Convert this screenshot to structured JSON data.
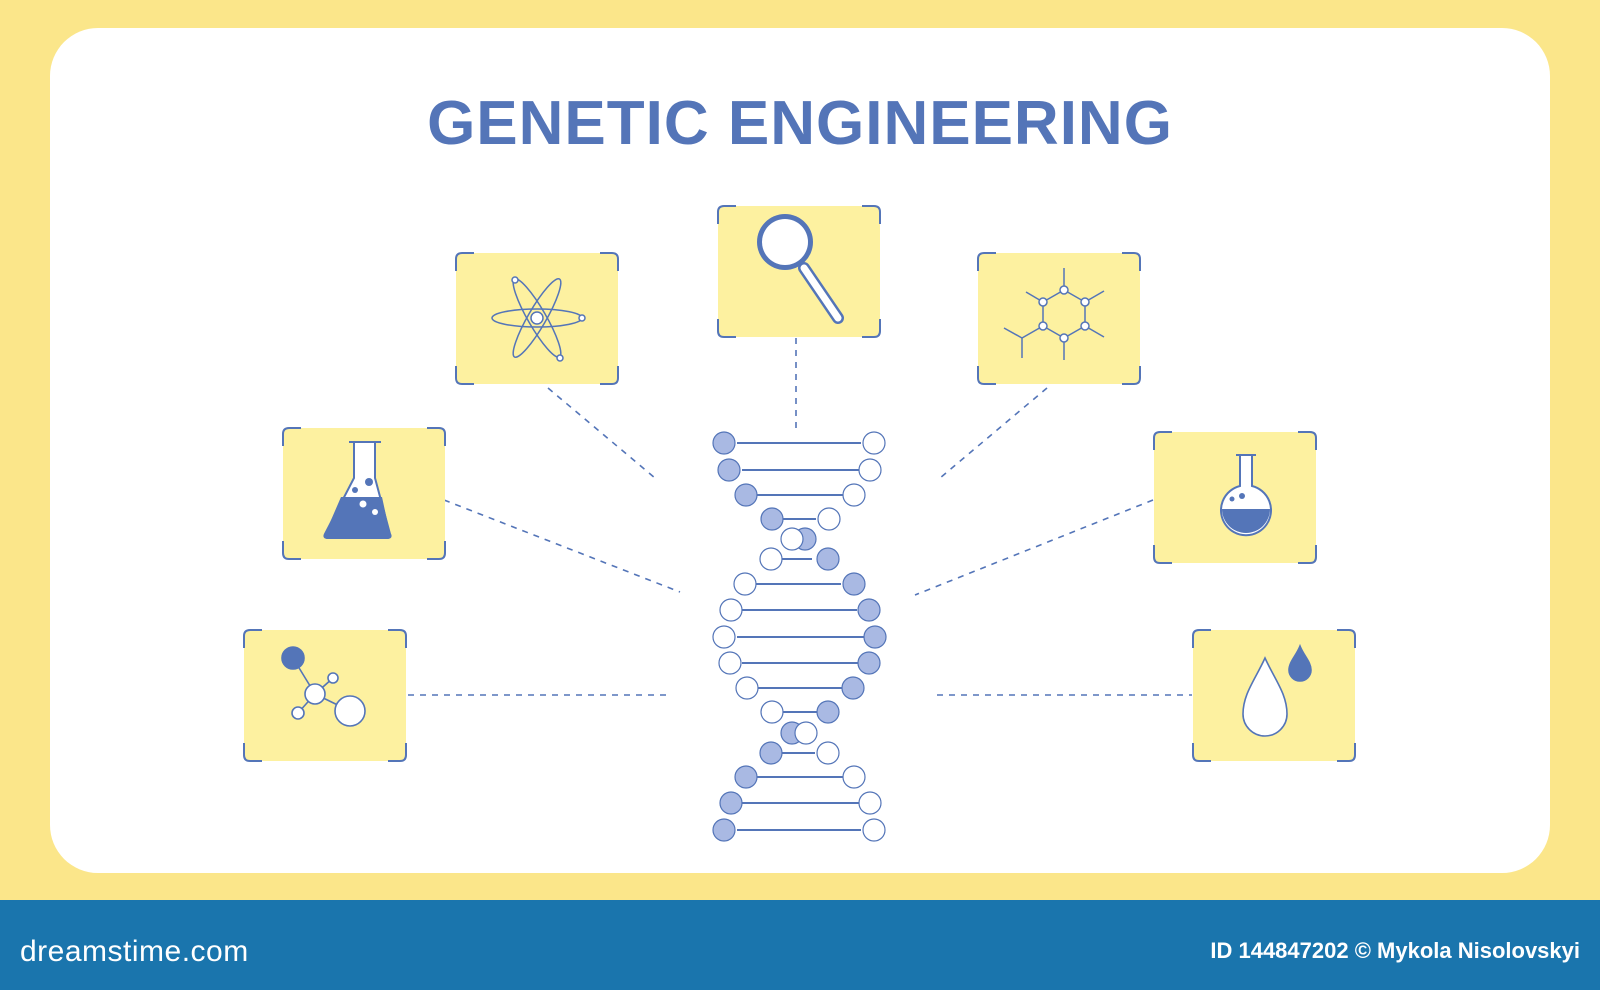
{
  "title": "GENETIC ENGINEERING",
  "footer": {
    "brand": "dreamstime.com",
    "credit": "ID 144847202 © Mykola  Nisolovskyi"
  },
  "icons": [
    {
      "name": "atom-icon"
    },
    {
      "name": "magnifier-icon"
    },
    {
      "name": "hexagon-molecule-icon"
    },
    {
      "name": "conical-flask-icon"
    },
    {
      "name": "round-flask-icon"
    },
    {
      "name": "molecule-icon"
    },
    {
      "name": "drops-icon"
    }
  ],
  "colors": {
    "background": "#fbe68a",
    "card": "#ffffff",
    "accent": "#5475b8",
    "tile": "#fdf1a0",
    "footer": "#1a75ad"
  }
}
